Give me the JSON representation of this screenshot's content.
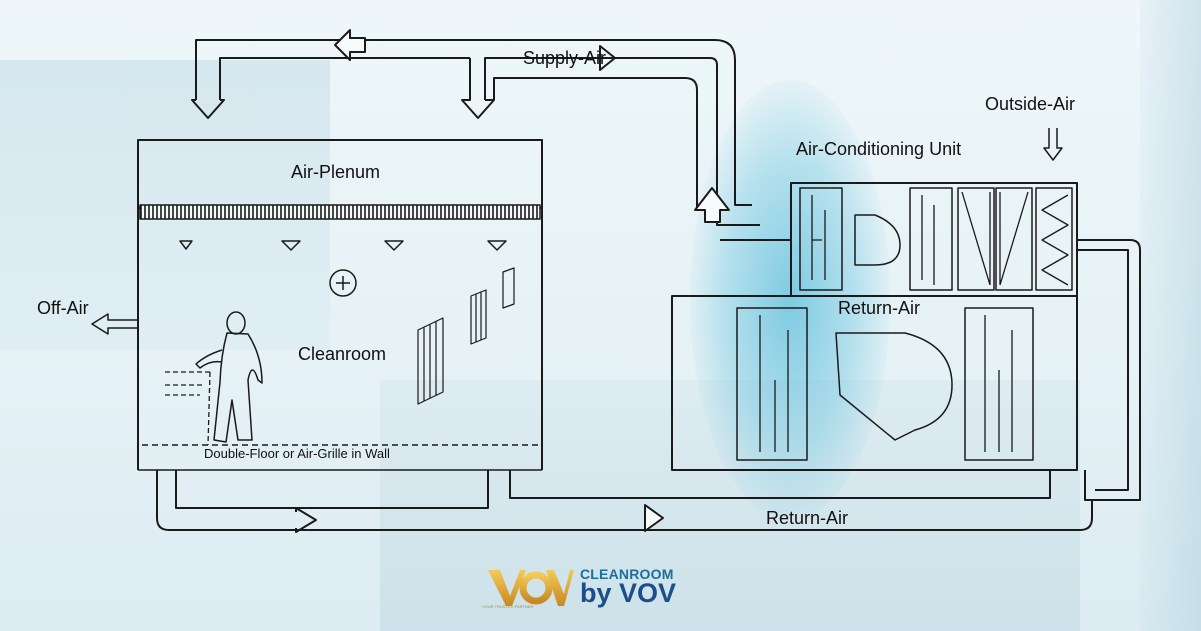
{
  "labels": {
    "supply_air": "Supply-Air",
    "outside_air": "Outside-Air",
    "air_plenum": "Air-Plenum",
    "air_conditioning_unit": "Air-Conditioning Unit",
    "off_air": "Off-Air",
    "cleanroom": "Cleanroom",
    "return_air_unit": "Return-Air",
    "floor_note": "Double-Floor or Air-Grille in Wall",
    "return_air_duct": "Return-Air"
  },
  "logos": {
    "vov_mark": "VOV",
    "vov_tagline": "YOUR TRUSTED PARTNER",
    "cleanroom_word": "CLEANROOM",
    "by_vov": "by VOV"
  },
  "colors": {
    "background": "#e9f4f8",
    "line": "#1a1a1a",
    "accent_cyan": "#3fb4d6",
    "logo_gold": "#e0a530",
    "logo_blue": "#1d4e8c"
  }
}
